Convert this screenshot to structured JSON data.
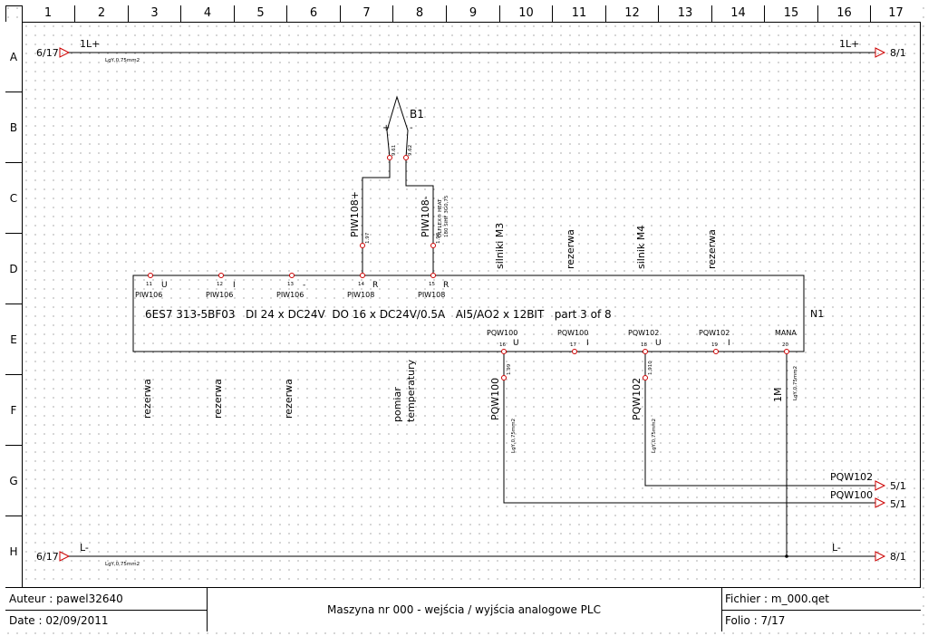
{
  "columns": [
    "1",
    "2",
    "3",
    "4",
    "5",
    "6",
    "7",
    "8",
    "9",
    "10",
    "11",
    "12",
    "13",
    "14",
    "15",
    "16",
    "17"
  ],
  "rows": [
    "A",
    "B",
    "C",
    "D",
    "E",
    "F",
    "G",
    "H"
  ],
  "rails": {
    "top": {
      "source_ref": "6/17",
      "label_left": "1L+",
      "label_right": "1L+",
      "target_ref": "8/1",
      "wire_spec": "LgY,0,75mm2"
    },
    "bottom": {
      "source_ref": "6/17",
      "label_left": "L-",
      "label_right": "L-",
      "target_ref": "8/1",
      "wire_spec": "LgY,0,75mm2"
    }
  },
  "sensor": {
    "name": "B1",
    "plus": "+",
    "minus": "-",
    "wire_left": "9.61",
    "wire_right": "9.62"
  },
  "signals_vertical": {
    "piw108_plus": "PIW108+",
    "piw108_minus": "PIW108-",
    "cable_line1": "ÖLFLEX® HEAT",
    "cable_line2": "180 SiHF 3G0,75",
    "wire_14": "1.97",
    "wire_15": "1.98"
  },
  "module": {
    "name": "N1",
    "description": "6ES7 313-5BF03   DI 24 x DC24V  DO 16 x DC24V/0.5A   AI5/AO2 x 12BIT   part 3 of 8",
    "top_pins": [
      {
        "num": "11",
        "type": "U",
        "addr": "PIW106"
      },
      {
        "num": "12",
        "type": "I",
        "addr": "PIW106"
      },
      {
        "num": "13",
        "type": "-",
        "addr": "PIW106"
      },
      {
        "num": "14",
        "type": "R",
        "addr": "PIW108"
      },
      {
        "num": "15",
        "type": "R",
        "addr": "PIW108"
      }
    ],
    "bottom_pins": [
      {
        "num": "16",
        "type": "U",
        "addr": "PQW100"
      },
      {
        "num": "17",
        "type": "I",
        "addr": "PQW100"
      },
      {
        "num": "18",
        "type": "U",
        "addr": "PQW102"
      },
      {
        "num": "19",
        "type": "I",
        "addr": "PQW102"
      },
      {
        "num": "20",
        "type": "",
        "addr": "MANA"
      }
    ]
  },
  "upper_labels": [
    "silniki M3",
    "rezerwa",
    "silnik M4",
    "rezerwa"
  ],
  "lower_labels": {
    "rez1": "rezerwa",
    "rez2": "rezerwa",
    "rez3": "rezerwa",
    "pomiar1": "pomiar",
    "pomiar2": "temperatury",
    "pqw100": "PQW100",
    "pqw102": "PQW102",
    "m1": "1M"
  },
  "output_wires": {
    "w16": "1.99",
    "w18": "1.910",
    "spec16": "LgY,0,75mm2",
    "spec18": "LgY,0,75mm2",
    "spec20": "LgY,0,75mm2"
  },
  "outputs": [
    {
      "label": "PQW102",
      "ref": "5/1"
    },
    {
      "label": "PQW100",
      "ref": "5/1"
    }
  ],
  "title_block": {
    "author": "Auteur : pawel32640",
    "date": "Date : 02/09/2011",
    "title": "Maszyna nr 000 - wejścia / wyjścia analogowe PLC",
    "file": "Fichier : m_000.qet",
    "folio": "Folio : 7/17"
  }
}
